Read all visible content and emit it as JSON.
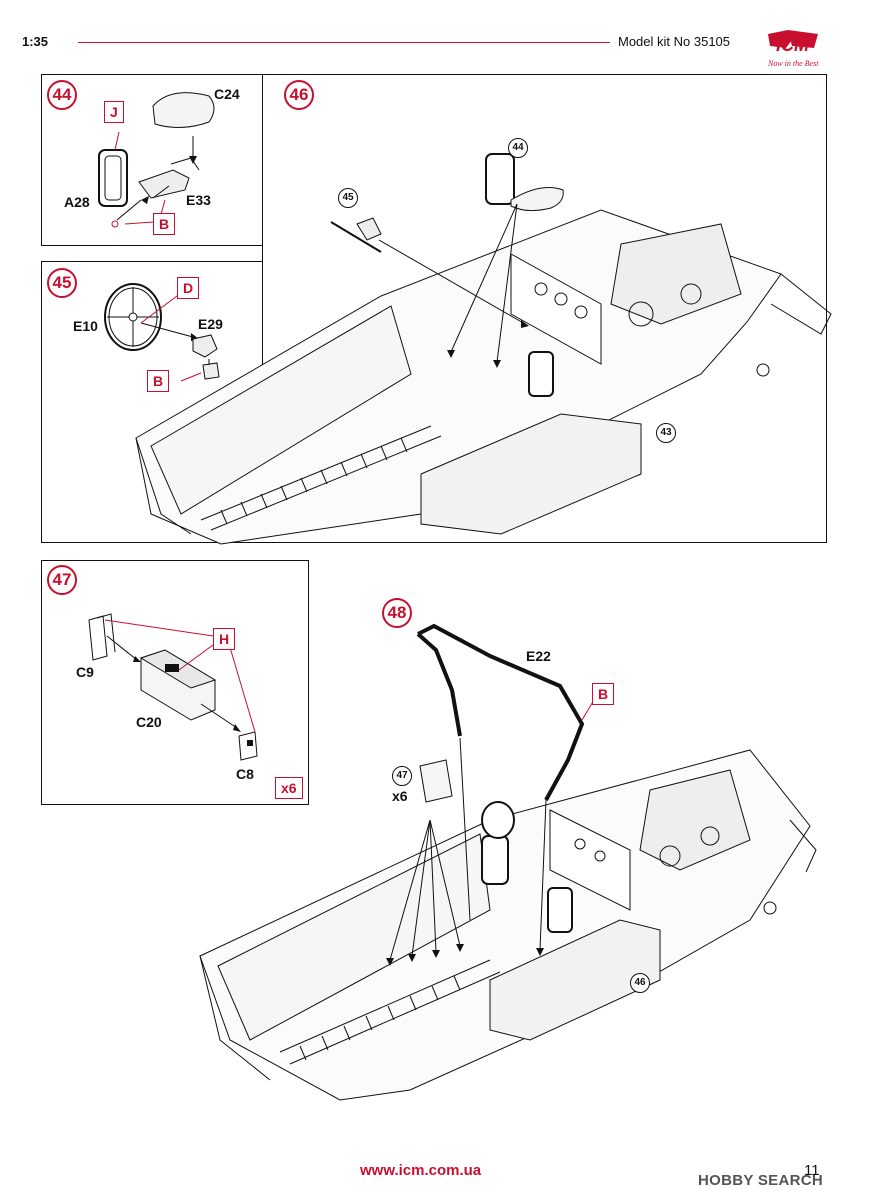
{
  "header": {
    "scale": "1:35",
    "kit": "Model kit No 35105",
    "brand": "ICM",
    "slogan": "Now in the Best"
  },
  "steps": {
    "s44": {
      "num": "44",
      "parts": {
        "c24": "C24",
        "a28": "A28",
        "e33": "E33"
      },
      "tags": {
        "j": "J",
        "b": "B"
      }
    },
    "s45": {
      "num": "45",
      "parts": {
        "e10": "E10",
        "e29": "E29"
      },
      "tags": {
        "d": "D",
        "b": "B"
      }
    },
    "s46": {
      "num": "46",
      "refs": {
        "r44": "44",
        "r45": "45",
        "r43": "43"
      }
    },
    "s47": {
      "num": "47",
      "parts": {
        "c9": "C9",
        "c20": "C20",
        "c8": "C8"
      },
      "tags": {
        "h": "H",
        "x6": "x6"
      }
    },
    "s48": {
      "num": "48",
      "parts": {
        "e22": "E22"
      },
      "tags": {
        "b": "B"
      },
      "refs": {
        "r47": "47",
        "r46": "46"
      },
      "qty": "x6"
    }
  },
  "footer": {
    "url": "www.icm.com.ua",
    "page": "11",
    "watermark": "HOBBY SEARCH"
  },
  "colors": {
    "accent": "#c8102e",
    "line": "#111111"
  }
}
